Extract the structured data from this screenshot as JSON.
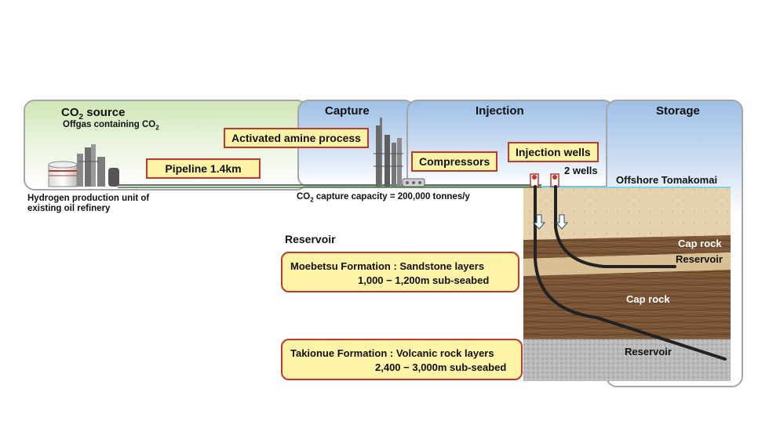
{
  "panels": {
    "source": {
      "title": "CO",
      "title_sub": "2",
      "title_rest": " source",
      "subtitle": "Offgas containing CO",
      "subtitle_sub": "2"
    },
    "capture": {
      "title": "Capture"
    },
    "injection": {
      "title": "Injection"
    },
    "storage": {
      "title": "Storage"
    }
  },
  "labels": {
    "activated_amine": "Activated amine process",
    "pipeline": "Pipeline 1.4km",
    "compressors": "Compressors",
    "injection_wells": "Injection wells",
    "two_wells": "2 wells",
    "offshore": "Offshore Tomakomai",
    "hydrogen_line1": "Hydrogen production unit of",
    "hydrogen_line2": "existing oil refinery",
    "capacity_pre": "CO",
    "capacity_sub": "2",
    "capacity_rest": " capture capacity = 200,000 tonnes/y"
  },
  "reservoir": {
    "heading": "Reservoir",
    "moebetsu_line1": "Moebetsu Formation : Sandstone layers",
    "moebetsu_line2": "1,000 − 1,200m sub-seabed",
    "takionue_line1": "Takionue Formation : Volcanic rock layers",
    "takionue_line2": "2,400 − 3,000m sub-seabed"
  },
  "geology": {
    "cap_rock_1": "Cap rock",
    "reservoir_1": "Reservoir",
    "cap_rock_2": "Cap rock",
    "reservoir_2": "Reservoir"
  },
  "colors": {
    "label_fill": "#fdf3a6",
    "label_border": "#c0392b",
    "sea": "#3fc3e6"
  }
}
